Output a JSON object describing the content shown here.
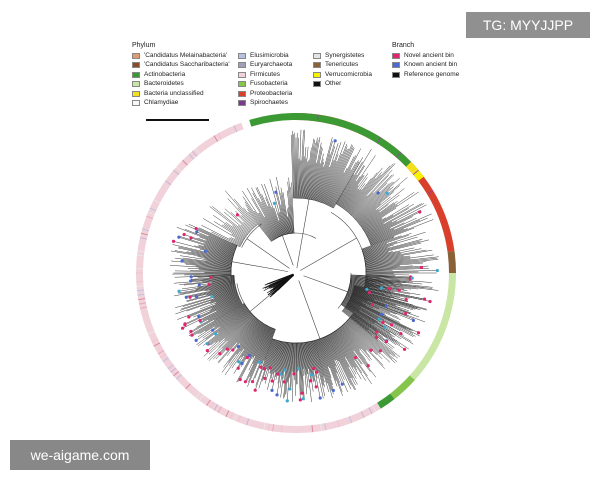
{
  "legend": {
    "phylum_title": "Phylum",
    "phylum_col1": [
      {
        "label": "'Candidatus Melainabacteria'",
        "color": "#e29a72"
      },
      {
        "label": "'Candidatus Saccharibacteria'",
        "color": "#8b4a2a"
      },
      {
        "label": "Actinobacteria",
        "color": "#3c9a35"
      },
      {
        "label": "Bacteroidetes",
        "color": "#c9e6a5"
      },
      {
        "label": "Bacteria unclassified",
        "color": "#f2e11a"
      },
      {
        "label": "Chlamydiae",
        "color": "#f7f7f7"
      }
    ],
    "phylum_col2": [
      {
        "label": "Elusimicrobia",
        "color": "#b9c0e0"
      },
      {
        "label": "Euryarchaeota",
        "color": "#a0a0b4"
      },
      {
        "label": "Firmicutes",
        "color": "#f2d2da"
      },
      {
        "label": "Fusobacteria",
        "color": "#86c54c"
      },
      {
        "label": "Proteobacteria",
        "color": "#d8402c"
      },
      {
        "label": "Spirochaetes",
        "color": "#7a3a8c"
      }
    ],
    "phylum_col3": [
      {
        "label": "Synergistetes",
        "color": "#e4e4e4"
      },
      {
        "label": "Tenericutes",
        "color": "#8a6038"
      },
      {
        "label": "Verrucomicrobia",
        "color": "#f6f200"
      },
      {
        "label": "Other",
        "color": "#111111"
      }
    ],
    "branch_title": "Branch",
    "branch_items": [
      {
        "label": "Novel ancient bin",
        "color": "#e0266e"
      },
      {
        "label": "Known ancient bin",
        "color": "#4a6ad0"
      },
      {
        "label": "Reference genome",
        "color": "#111111"
      }
    ]
  },
  "watermarks": {
    "top": "TG: MYYJJPP",
    "bottom": "we-aigame.com"
  },
  "ring": {
    "segments": [
      {
        "phylum": "Proteobacteria",
        "color": "#d8402c",
        "from": 270,
        "to": 352
      },
      {
        "phylum": "Tenericutes",
        "color": "#8a6038",
        "from": 352,
        "to": 360
      },
      {
        "phylum": "Bacteroidetes",
        "color": "#c9e6a5",
        "from": 360,
        "to": 402
      },
      {
        "phylum": "Fusobacteria",
        "color": "#86c54c",
        "from": 402,
        "to": 412
      },
      {
        "phylum": "Actinobacteria",
        "color": "#3c9a35",
        "from": 412,
        "to": 418
      },
      {
        "phylum": "Firmicutes",
        "color": "#f2d2da",
        "from": 418,
        "to": 610
      },
      {
        "phylum": "Actinobacteria",
        "color": "#3c9a35",
        "from": 613,
        "to": 676
      },
      {
        "phylum": "Bacteria unclassified",
        "color": "#f2e11a",
        "from": 676,
        "to": 680
      },
      {
        "phylum": "Verrucomicrobia",
        "color": "#f6f200",
        "from": 680,
        "to": 683
      }
    ]
  }
}
